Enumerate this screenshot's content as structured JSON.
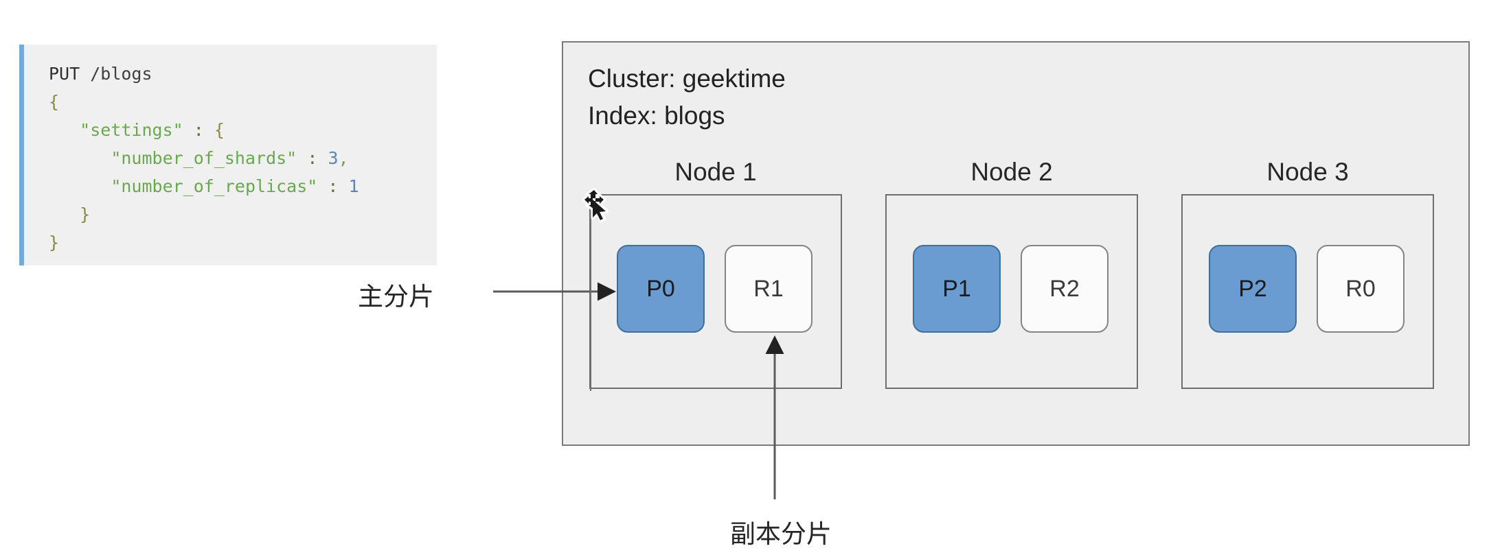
{
  "code_panel": {
    "request_method": "PUT",
    "request_path": "/blogs",
    "open_brace": "{",
    "settings_key": "\"settings\"",
    "settings_colon": ":",
    "settings_open_brace": "{",
    "shards_key": "\"number_of_shards\"",
    "shards_colon": ":",
    "shards_value": "3",
    "shards_comma": ",",
    "replicas_key": "\"number_of_replicas\"",
    "replicas_colon": ":",
    "replicas_value": "1",
    "inner_close_brace": "}",
    "close_brace": "}",
    "accent_border_color": "#74a9d8",
    "background_color": "#f0f0f0"
  },
  "cluster": {
    "cluster_line": "Cluster: geektime",
    "index_line": "Index: blogs",
    "cluster_name": "geektime",
    "index_name": "blogs",
    "background_color": "#eeeeee",
    "border_color": "#7a7a7a",
    "nodes": [
      {
        "title": "Node 1",
        "shards": [
          {
            "label": "P0",
            "type": "primary"
          },
          {
            "label": "R1",
            "type": "replica"
          }
        ]
      },
      {
        "title": "Node 2",
        "shards": [
          {
            "label": "P1",
            "type": "primary"
          },
          {
            "label": "R2",
            "type": "replica"
          }
        ]
      },
      {
        "title": "Node 3",
        "shards": [
          {
            "label": "P2",
            "type": "primary"
          },
          {
            "label": "R0",
            "type": "replica"
          }
        ]
      }
    ]
  },
  "annotations": {
    "primary_shard_label": "主分片",
    "replica_shard_label": "副本分片"
  },
  "colors": {
    "primary_shard_fill": "#6a9bd1",
    "primary_shard_stroke": "#3c6f9e",
    "replica_shard_fill": "#fbfbfb",
    "replica_shard_stroke": "#838383",
    "arrow_color": "#4a4a4a"
  },
  "cursor": {
    "icon": "move-cursor-icon"
  }
}
